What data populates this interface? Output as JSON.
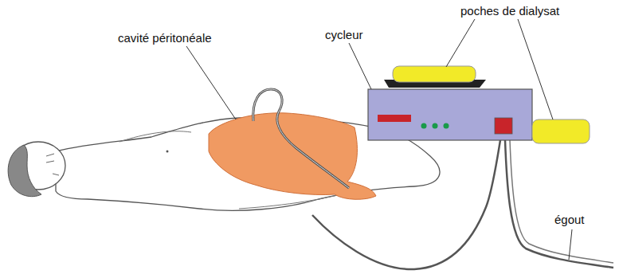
{
  "diagram": {
    "labels": [
      "poches de dialysat",
      "cycleur",
      "cavité péritonéale",
      "égout"
    ]
  }
}
